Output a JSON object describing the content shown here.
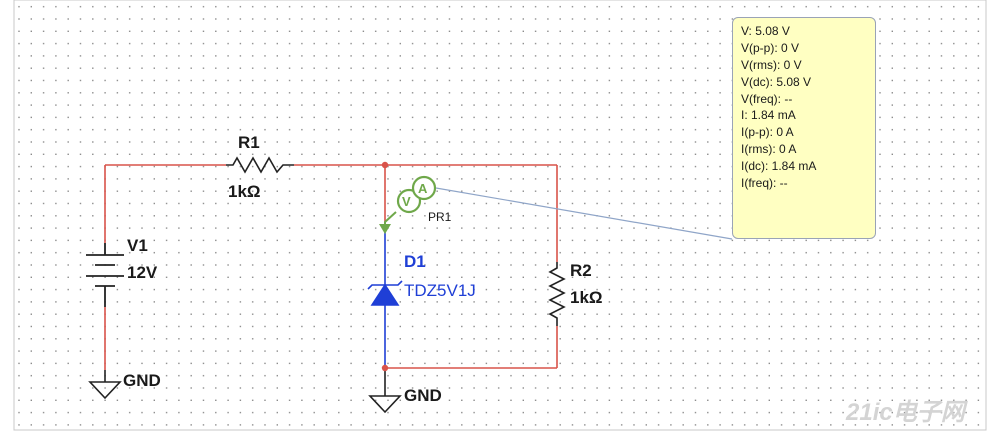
{
  "components": {
    "r1": {
      "ref": "R1",
      "value": "1kΩ"
    },
    "r2": {
      "ref": "R2",
      "value": "1kΩ"
    },
    "v1": {
      "ref": "V1",
      "value": "12V"
    },
    "d1": {
      "ref": "D1",
      "part": "TDZ5V1J"
    },
    "probe": {
      "ref": "PR1",
      "symbol": "V",
      "symbol2": "A"
    },
    "gnd_left": {
      "label": "GND"
    },
    "gnd_right": {
      "label": "GND"
    }
  },
  "probe_readout": [
    "V: 5.08 V",
    "V(p-p): 0 V",
    "V(rms): 0 V",
    "V(dc): 5.08 V",
    "V(freq): --",
    "I: 1.84 mA",
    "I(p-p): 0 A",
    "I(rms): 0 A",
    "I(dc): 1.84 mA",
    "I(freq): --"
  ],
  "watermark": {
    "text": "21ic电子网"
  },
  "colors": {
    "wire": "#d9534a",
    "zener_wire": "#1f3fd6",
    "ground_wire": "#222222",
    "probe": "#6fa84a",
    "tooltip_bg": "#ffffc2",
    "leader": "#8fa5c8",
    "grid_dot": "#8a8a8a"
  }
}
